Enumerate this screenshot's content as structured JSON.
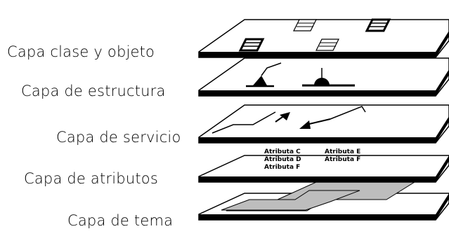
{
  "diagram": {
    "layers": [
      {
        "label": "Capa clase y objeto"
      },
      {
        "label": "Capa de estructura"
      },
      {
        "label": "Capa de servicio"
      },
      {
        "label": "Capa de atributos"
      },
      {
        "label": "Capa de tema"
      }
    ],
    "attributes": [
      "Atributa C",
      "Atributa D",
      "Atributa F",
      "Atributa E",
      "Atributa F"
    ],
    "colors": {
      "ink": "#000000",
      "plate": "#ffffff",
      "theme_fill": "#bdbdbd"
    }
  }
}
